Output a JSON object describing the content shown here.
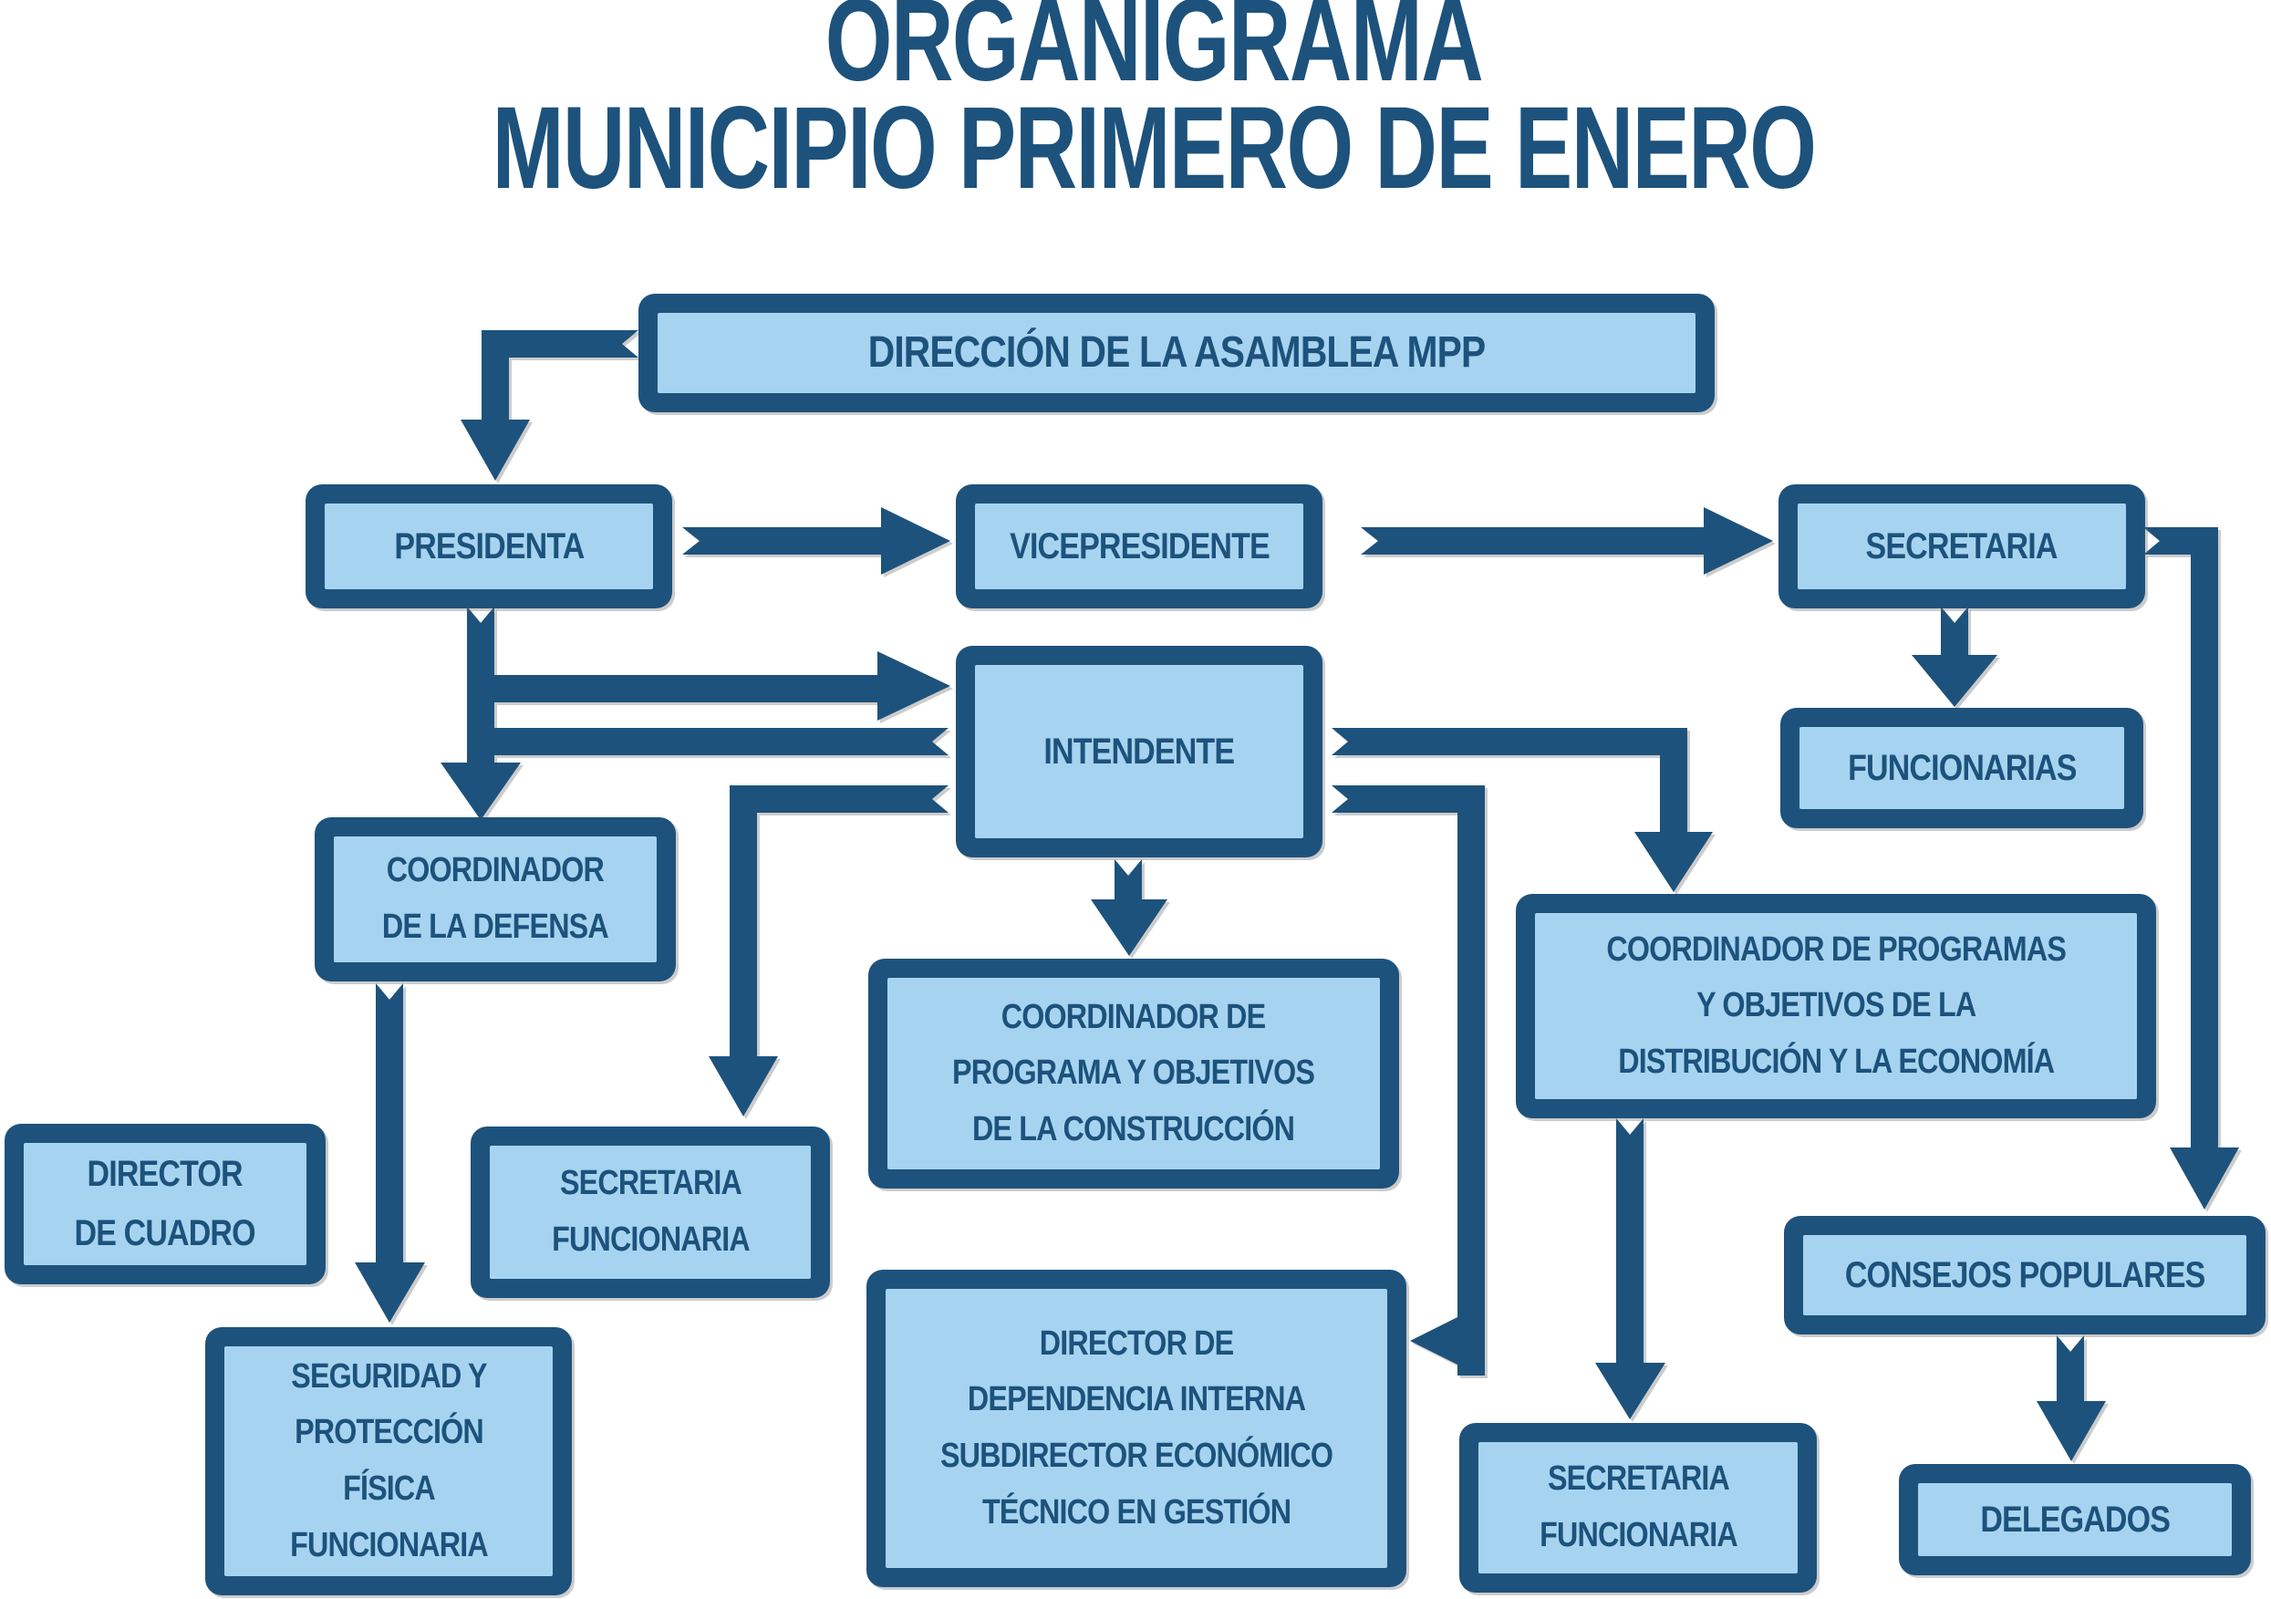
{
  "title": {
    "line1": "ORGANIGRAMA",
    "line2": "MUNICIPIO PRIMERO DE ENERO"
  },
  "colors": {
    "dark_blue": "#1d527c",
    "light_blue": "#a6d4f0",
    "background": "#ffffff"
  },
  "nodes": [
    {
      "id": "direccion-asamblea-mpp",
      "label": "DIRECCIÓN DE LA ASAMBLEA MPP"
    },
    {
      "id": "presidenta",
      "label": "PRESIDENTA"
    },
    {
      "id": "vicepresidente",
      "label": "VICEPRESIDENTE"
    },
    {
      "id": "secretaria",
      "label": "SECRETARIA"
    },
    {
      "id": "funcionarias",
      "label": "FUNCIONARIAS"
    },
    {
      "id": "intendente",
      "label": "INTENDENTE"
    },
    {
      "id": "coordinador-de-la-defensa",
      "label": "COORDINADOR\nDE LA DEFENSA"
    },
    {
      "id": "director-de-cuadro",
      "label": "DIRECTOR\nDE CUADRO"
    },
    {
      "id": "secretaria-funcionaria",
      "label": "SECRETARIA\nFUNCIONARIA"
    },
    {
      "id": "coordinador-construccion",
      "label": "COORDINADOR DE\nPROGRAMA Y OBJETIVOS\nDE LA CONSTRUCCIÓN"
    },
    {
      "id": "coordinador-distribucion",
      "label": "COORDINADOR DE PROGRAMAS\nY OBJETIVOS DE LA\nDISTRIBUCIÓN Y LA ECONOMÍA"
    },
    {
      "id": "seguridad-proteccion",
      "label": "SEGURIDAD Y\nPROTECCIÓN\nFÍSICA\nFUNCIONARIA"
    },
    {
      "id": "director-dependencia-interna",
      "label": "DIRECTOR DE\nDEPENDENCIA INTERNA\nSUBDIRECTOR ECONÓMICO\nTÉCNICO EN GESTIÓN"
    },
    {
      "id": "secretaria-funcionaria-2",
      "label": "SECRETARIA\nFUNCIONARIA"
    },
    {
      "id": "consejos-populares",
      "label": "CONSEJOS POPULARES"
    },
    {
      "id": "delegados",
      "label": "DELEGADOS"
    }
  ],
  "edges": [
    {
      "from": "direccion-asamblea-mpp",
      "to": "presidenta"
    },
    {
      "from": "presidenta",
      "to": "vicepresidente"
    },
    {
      "from": "vicepresidente",
      "to": "secretaria"
    },
    {
      "from": "secretaria",
      "to": "funcionarias"
    },
    {
      "from": "secretaria",
      "to": "consejos-populares"
    },
    {
      "from": "presidenta",
      "to": "director-de-cuadro"
    },
    {
      "from": "presidenta",
      "to": "intendente"
    },
    {
      "from": "presidenta",
      "to": "coordinador-de-la-defensa"
    },
    {
      "from": "intendente",
      "to": "coordinador-de-la-defensa"
    },
    {
      "from": "intendente",
      "to": "secretaria-funcionaria"
    },
    {
      "from": "intendente",
      "to": "coordinador-construccion"
    },
    {
      "from": "intendente",
      "to": "coordinador-distribucion"
    },
    {
      "from": "intendente",
      "to": "director-dependencia-interna"
    },
    {
      "from": "coordinador-de-la-defensa",
      "to": "seguridad-proteccion"
    },
    {
      "from": "coordinador-distribucion",
      "to": "secretaria-funcionaria-2"
    },
    {
      "from": "consejos-populares",
      "to": "delegados"
    }
  ]
}
